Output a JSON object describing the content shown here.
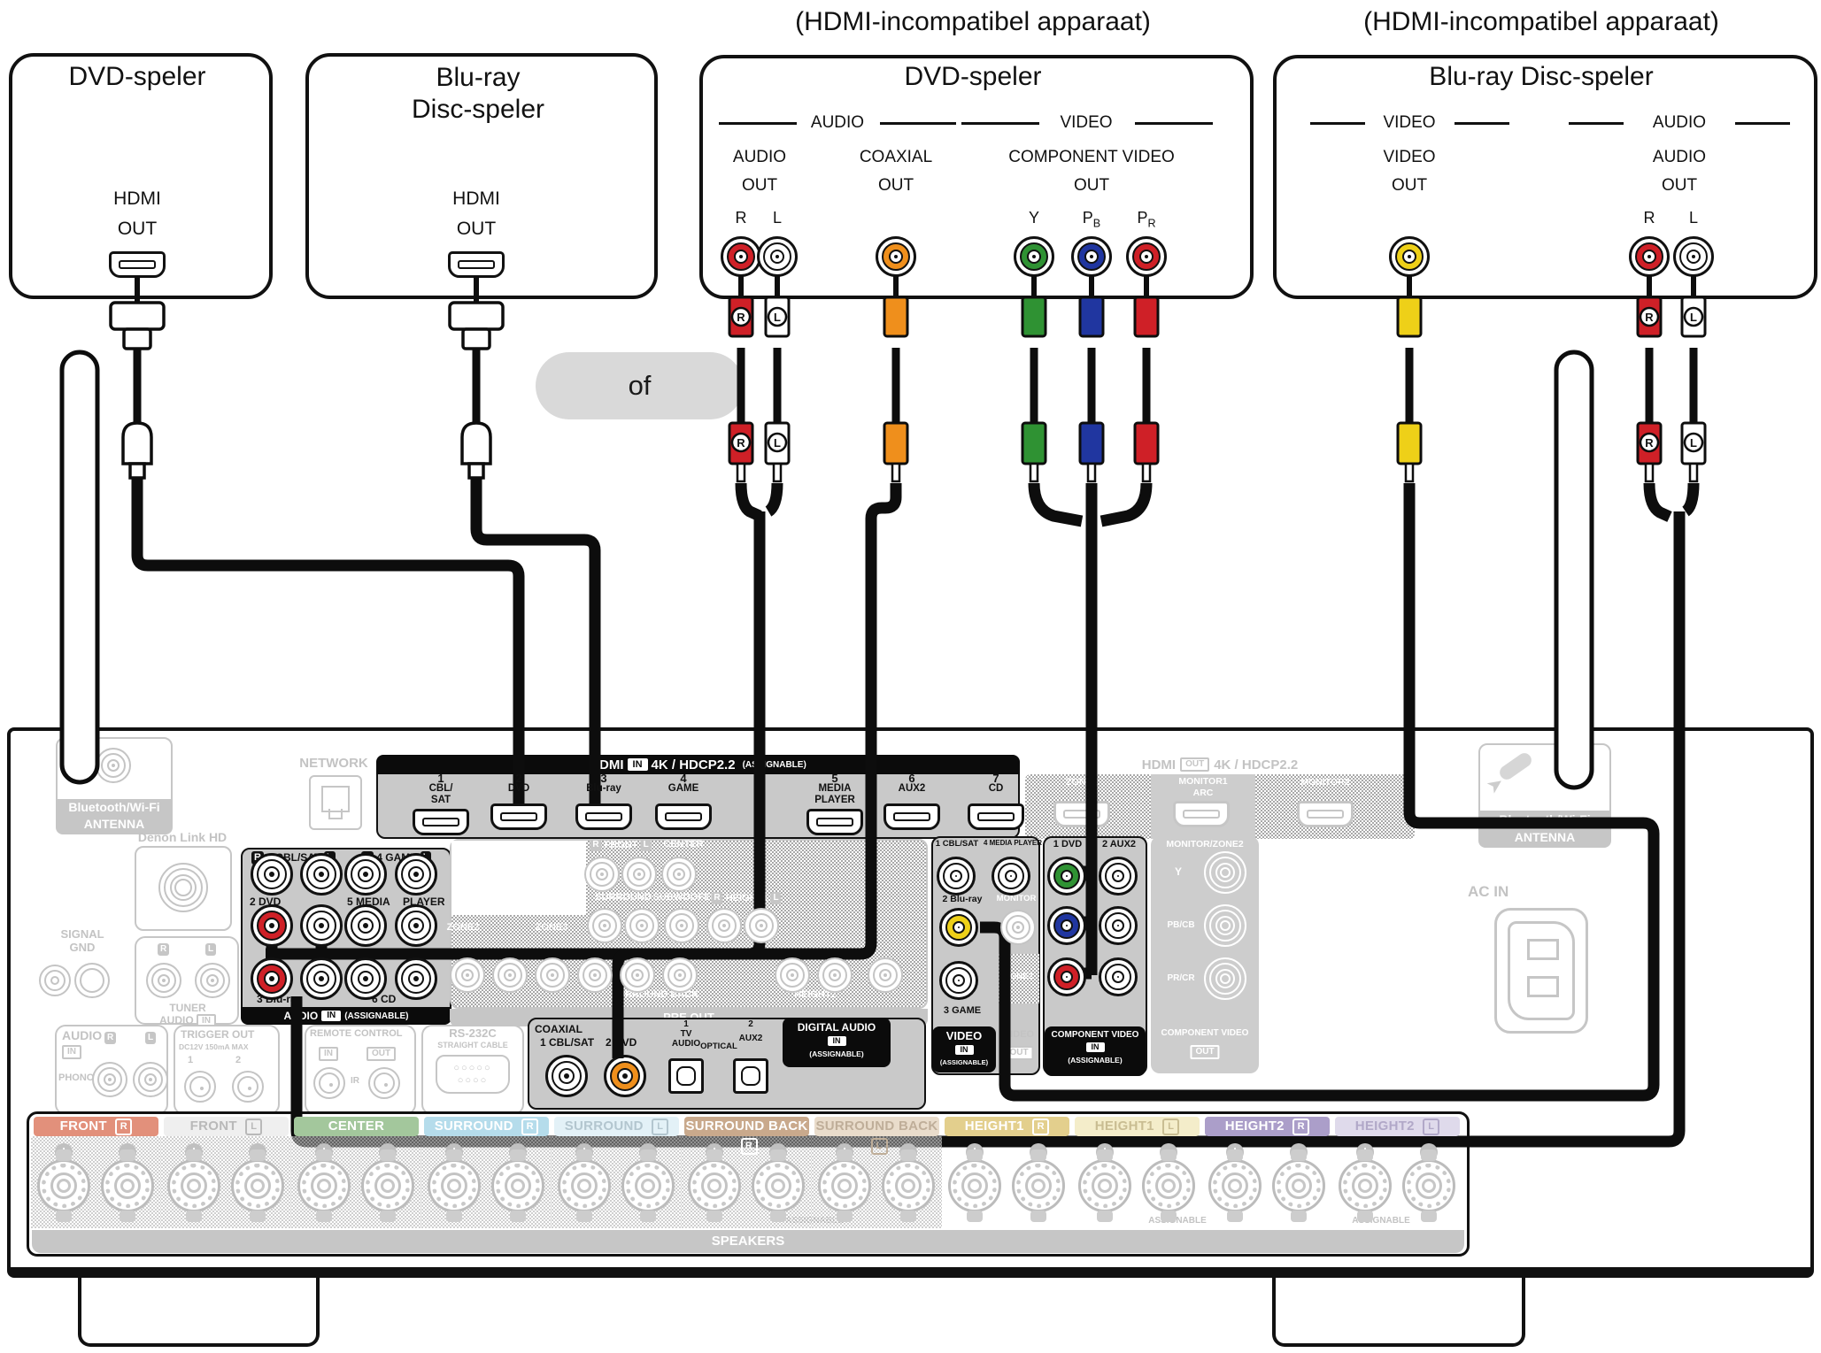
{
  "labels": {
    "r": "R",
    "l": "L",
    "in": "IN",
    "out": "OUT",
    "assignable": "(ASSIGNABLE)",
    "assignable_plain": "ASSIGNABLE"
  },
  "or_label": "of",
  "devices": {
    "dvd_hdmi": {
      "title": "DVD-speler",
      "port_line1": "HDMI",
      "port_line2": "OUT"
    },
    "bluray_hdmi": {
      "title_line1": "Blu-ray",
      "title_line2": "Disc-speler",
      "port_line1": "HDMI",
      "port_line2": "OUT"
    },
    "dvd_analog": {
      "header": "(HDMI-incompatibel apparaat)",
      "title": "DVD-speler",
      "audio_group": "AUDIO",
      "video_group": "VIDEO",
      "audio_out_line1": "AUDIO",
      "audio_out_line2": "OUT",
      "coaxial_line1": "COAXIAL",
      "coaxial_line2": "OUT",
      "component_line1": "COMPONENT VIDEO",
      "component_line2": "OUT",
      "y": "Y",
      "pb_main": "P",
      "pb_sub": "B",
      "pr_main": "P",
      "pr_sub": "R"
    },
    "bluray_analog": {
      "header": "(HDMI-incompatibel apparaat)",
      "title": "Blu-ray Disc-speler",
      "video_group": "VIDEO",
      "audio_group": "AUDIO",
      "video_out_line1": "VIDEO",
      "video_out_line2": "OUT",
      "audio_out_line1": "AUDIO",
      "audio_out_line2": "OUT"
    }
  },
  "receiver": {
    "network": "NETWORK",
    "bt_antenna_line1": "Bluetooth/Wi-Fi",
    "bt_antenna_line2": "ANTENNA",
    "denon_link": "Denon Link HD",
    "signal_gnd_line1": "SIGNAL",
    "signal_gnd_line2": "GND",
    "hdmi_in": {
      "name": "HDMI",
      "spec": "4K / HDCP2.2",
      "ports": [
        [
          "1",
          "CBL/",
          "SAT"
        ],
        [
          "2",
          "DVD"
        ],
        [
          "3",
          "Blu-ray"
        ],
        [
          "4",
          "GAME"
        ],
        [
          "5",
          "MEDIA",
          "PLAYER"
        ],
        [
          "6",
          "AUX2"
        ],
        [
          "7",
          "CD"
        ]
      ]
    },
    "hdmi_out": {
      "name": "HDMI",
      "spec": "4K / HDCP2.2",
      "zone2": "ZONE2",
      "monitor1": "MONITOR1",
      "arc": "ARC",
      "monitor2": "MONITOR2"
    },
    "audio_in": {
      "title": "AUDIO",
      "col1": "1 CBL/SAT",
      "col2": "4 GAME",
      "r2c1": "2 DVD",
      "r2c2a": "5 MEDIA",
      "r2c2b": "PLAYER",
      "r3c1": "3 Blu-ray",
      "r3c2": "6 CD"
    },
    "tuner": {
      "name": "TUNER",
      "audio": "AUDIO"
    },
    "pre_out": {
      "name": "PRE OUT",
      "zone2": "ZONE2",
      "zone3": "ZONE3",
      "front": "FRONT",
      "center": "CENTER",
      "surround": "SURROUND",
      "subwoofer": "SUBWOOFER",
      "height1": "HEIGHT1",
      "surround_back": "SURROUND BACK",
      "height2": "HEIGHT2",
      "num2": "2"
    },
    "video": {
      "in_title": "VIDEO",
      "out_title": "VIDEO",
      "c1": "1 CBL/SAT",
      "c2": "4 MEDIA PLAYER",
      "c3": "2 Blu-ray",
      "monitor": "MONITOR",
      "c4": "3 GAME",
      "zone2": "ZONE2"
    },
    "component_in": {
      "title": "COMPONENT VIDEO",
      "c1": "1 DVD",
      "c2": "2 AUX2"
    },
    "component_out": {
      "title": "COMPONENT VIDEO",
      "header": "MONITOR/ZONE2",
      "y": "Y",
      "pbcb": "PB/CB",
      "prcr": "PR/CR"
    },
    "phono": {
      "audio": "AUDIO",
      "name": "PHONO"
    },
    "trigger": {
      "title": "TRIGGER OUT",
      "spec": "DC12V 150mA MAX",
      "n1": "1",
      "n2": "2"
    },
    "remote": {
      "title": "REMOTE CONTROL",
      "ir": "IR"
    },
    "rs232": {
      "title": "RS-232C",
      "sub": "STRAIGHT CABLE"
    },
    "digital": {
      "coaxial": "COAXIAL",
      "c1": "1 CBL/SAT",
      "c2": "2 DVD",
      "tv_n": "1",
      "tv": "TV",
      "tv_audio": "AUDIO",
      "optical": "OPTICAL",
      "aux_n": "2",
      "aux": "AUX2",
      "plate_title": "DIGITAL AUDIO"
    },
    "ac_in": "AC IN",
    "speakers": {
      "bar": "SPEAKERS",
      "groups": [
        {
          "name": "FRONT",
          "ch": "R",
          "bg": "#e2907b",
          "fg": "#ffffff",
          "hatch": true
        },
        {
          "name": "FRONT",
          "ch": "L",
          "bg": "#efefef",
          "fg": "#b9b9b9",
          "hatch": true
        },
        {
          "name": "CENTER",
          "ch": "",
          "bg": "#a3c79c",
          "fg": "#ffffff",
          "hatch": true
        },
        {
          "name": "SURROUND",
          "ch": "R",
          "bg": "#b5dceb",
          "fg": "#ffffff",
          "hatch": true
        },
        {
          "name": "SURROUND",
          "ch": "L",
          "bg": "#e3f1f7",
          "fg": "#b3c6cf",
          "hatch": true
        },
        {
          "name": "SURROUND BACK",
          "ch": "R",
          "bg": "#c9a98c",
          "fg": "#ffffff",
          "hatch": true
        },
        {
          "name": "SURROUND BACK",
          "ch": "L",
          "bg": "#e9dccb",
          "fg": "#bfae99",
          "hatch": true
        },
        {
          "name": "HEIGHT1",
          "ch": "R",
          "bg": "#e3cf8d",
          "fg": "#ffffff",
          "hatch": false
        },
        {
          "name": "HEIGHT1",
          "ch": "L",
          "bg": "#f4edca",
          "fg": "#c9bd92",
          "hatch": false
        },
        {
          "name": "HEIGHT2",
          "ch": "R",
          "bg": "#ab9ec9",
          "fg": "#ffffff",
          "hatch": false
        },
        {
          "name": "HEIGHT2",
          "ch": "L",
          "bg": "#dfdaeb",
          "fg": "#b1a8c8",
          "hatch": false
        }
      ]
    }
  }
}
